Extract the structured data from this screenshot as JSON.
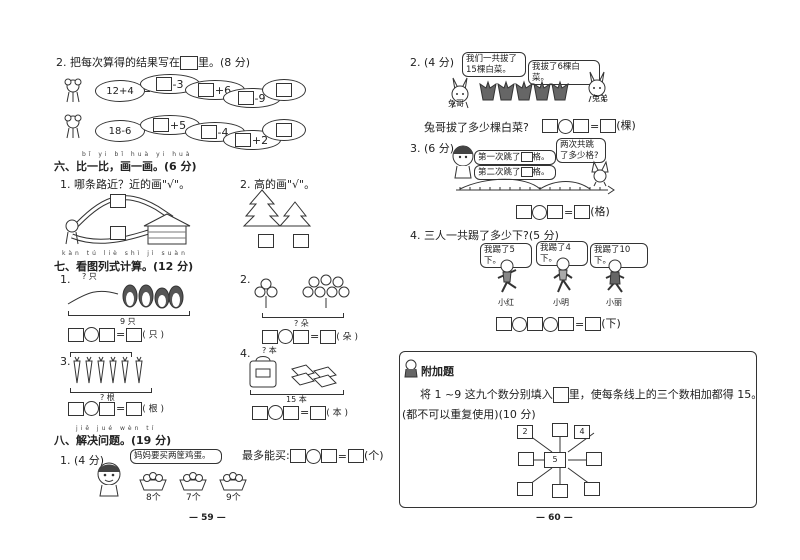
{
  "left": {
    "q2_title": "2. 把每次算得的结果写在",
    "q2_title_tail": "里。(8 分)",
    "chain1": {
      "start": "12+4",
      "op1": "-3",
      "op2": "+6",
      "op3": "-9"
    },
    "chain2": {
      "start": "18-6",
      "op1": "+5",
      "op2": "-4",
      "op3": "+2"
    },
    "sec6_pinyin": "bǐ yi bǐ huà yi huà",
    "sec6_title": "六、比一比，画一画。(6 分)",
    "sec6_q1": "1. 哪条路近？近的画\"√\"。",
    "sec6_q2": "2. 高的画\"√\"。",
    "sec7_pinyin": "kàn tú liè shì jì suàn",
    "sec7_title": "七、看图列式计算。(12 分)",
    "sec7_q1_num": "1.",
    "sec7_q1_top": "? 只",
    "sec7_q1_total": "9 只",
    "sec7_q1_unit": "( 只 )",
    "sec7_q2_num": "2.",
    "sec7_q2_total": "? 朵",
    "sec7_q2_unit": "( 朵 )",
    "sec7_q3_num": "3.",
    "sec7_q3_q": "? 根",
    "sec7_q3_unit": "( 根 )",
    "sec7_q4_num": "4.",
    "sec7_q4_q": "? 本",
    "sec7_q4_total": "15 本",
    "sec7_q4_unit": "( 本 )",
    "sec8_pinyin": "jiě jué wèn tí",
    "sec8_title": "八、解决问题。(19 分)",
    "sec8_q1": "1. (4 分)",
    "sec8_bubble": "妈妈要买两筐鸡蛋。",
    "sec8_baskets": [
      "8个",
      "7个",
      "9个"
    ],
    "sec8_most": "最多能买:",
    "sec8_unit": "(个)",
    "page_no": "— 59 —"
  },
  "right": {
    "q2": "2. (4 分)",
    "bubble_a": "我们一共拔了15棵白菜。",
    "bubble_b": "我拔了6棵白菜。",
    "rabbit_a": "兔哥",
    "rabbit_b": "兔弟",
    "q2_question": "兔哥拔了多少棵白菜?",
    "q2_unit": "(棵)",
    "q3": "3. (6 分)",
    "jump1": "第一次跳了",
    "jump1_tail": "格。",
    "jump2": "第二次跳了",
    "jump2_tail": "格。",
    "bubble_c": "两次共跳了多少格?",
    "q3_unit": "(格)",
    "q4": "4. 三人一共踢了多少下?(5 分)",
    "kick": [
      "我踢了5下。",
      "我踢了4下。",
      "我踢了10下。"
    ],
    "kids": [
      "小红",
      "小明",
      "小丽"
    ],
    "q4_unit": "(下)",
    "bonus_title": "附加题",
    "bonus_text": "将 1 ~9 这九个数分别填入",
    "bonus_text_tail": "里，使每条线上的三个数相加都得 15。",
    "bonus_note": "(都不可以重复使用)(10 分)",
    "grid_nums": [
      "2",
      "4",
      "5"
    ],
    "page_no": "— 60 —"
  }
}
